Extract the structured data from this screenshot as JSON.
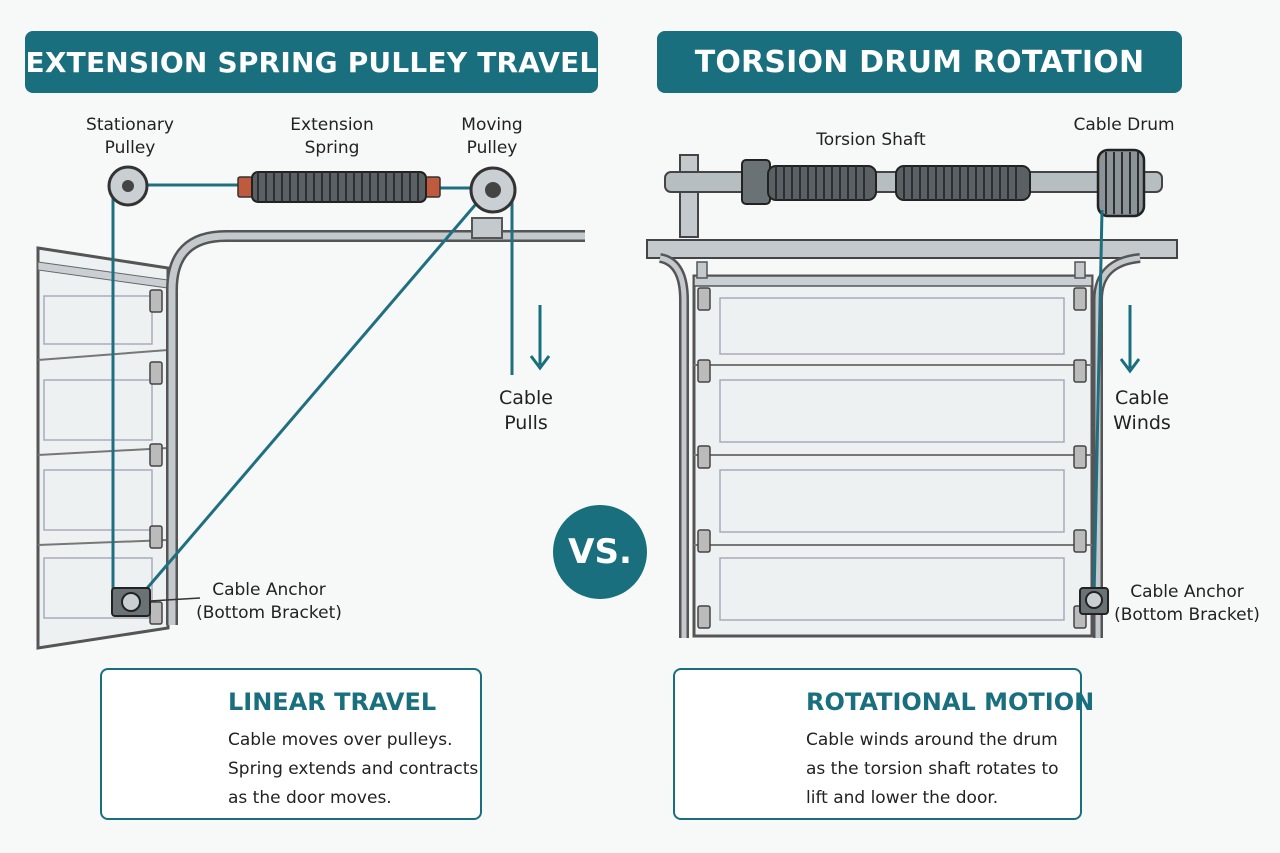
{
  "left": {
    "title": "EXTENSION SPRING PULLEY TRAVEL",
    "labels": {
      "stationary_pulley": [
        "Stationary",
        "Pulley"
      ],
      "extension_spring": [
        "Extension",
        "Spring"
      ],
      "moving_pulley": [
        "Moving",
        "Pulley"
      ],
      "cable_pulls": [
        "Cable",
        "Pulls"
      ],
      "cable_anchor": [
        "Cable Anchor",
        "(Bottom Bracket)"
      ]
    },
    "card": {
      "title": "LINEAR TRAVEL",
      "lines": [
        "Cable moves over pulleys.",
        "Spring extends and contracts",
        "as the door moves."
      ],
      "icon": "double-arrow-vertical-icon"
    }
  },
  "right": {
    "title": "TORSION DRUM ROTATION",
    "labels": {
      "torsion_shaft": "Torsion Shaft",
      "cable_drum": "Cable Drum",
      "cable_winds": [
        "Cable",
        "Winds"
      ],
      "cable_anchor": [
        "Cable Anchor",
        "(Bottom Bracket)"
      ]
    },
    "card": {
      "title": "ROTATIONAL MOTION",
      "lines": [
        "Cable winds around the drum",
        "as the torsion shaft rotates to",
        "lift and lower the door."
      ],
      "icon": "rotate-clockwise-icon"
    }
  },
  "vs_label": "VS.",
  "colors": {
    "accent": "#196f7e",
    "cable": "#1f6f80",
    "metal": "#9aa3a8",
    "door_panel": "#eef1f2"
  }
}
